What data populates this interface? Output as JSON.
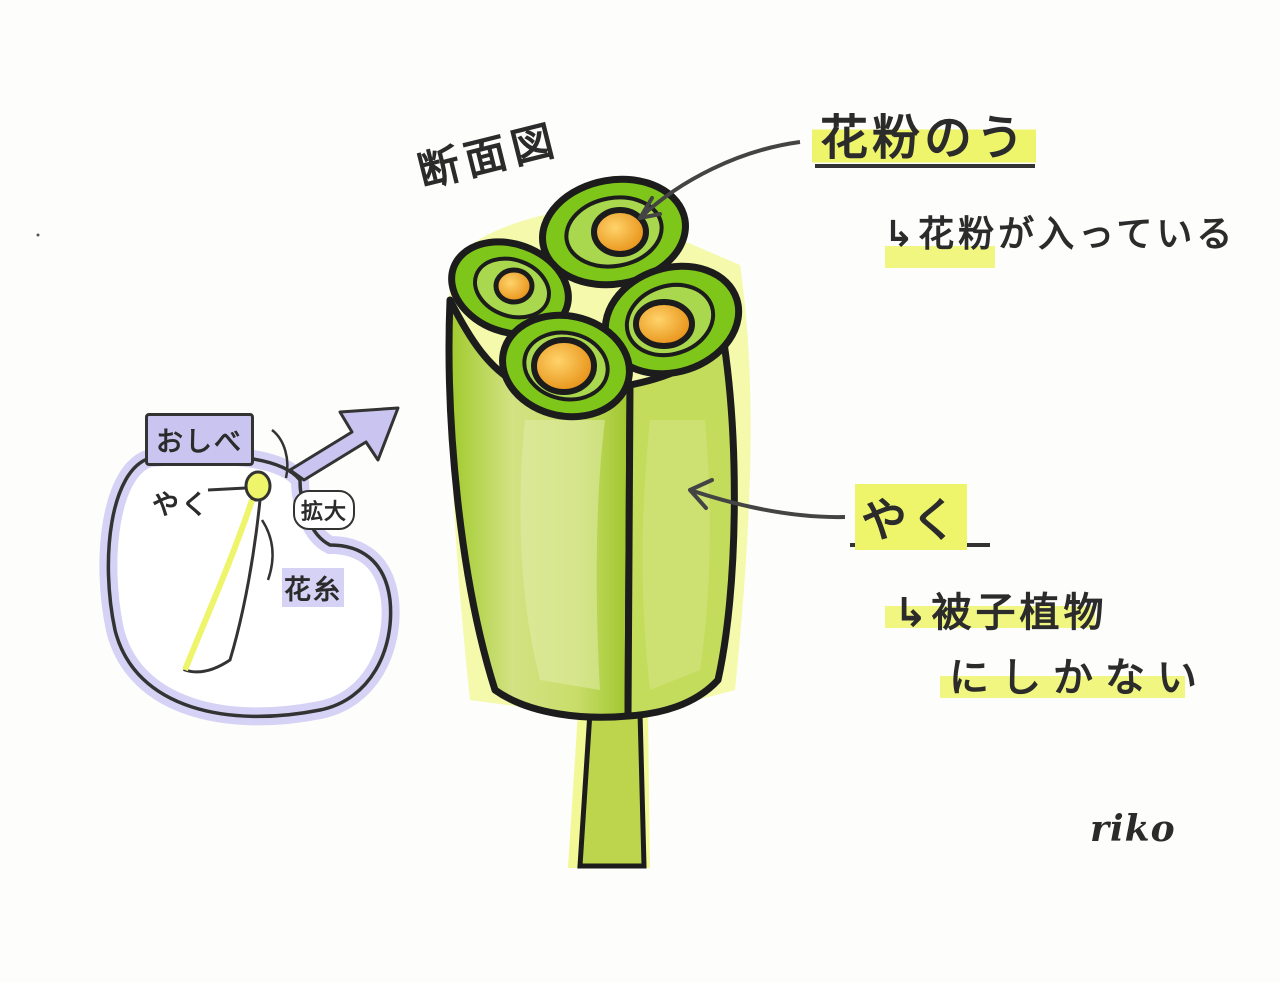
{
  "diagram": {
    "title": "断面図",
    "pollen_sac": {
      "label": "花粉のう",
      "description": "↳花粉が入っている"
    },
    "anther": {
      "label": "やく",
      "description_line1": "↳被子植物",
      "description_line2": "にしかない"
    },
    "inset": {
      "stamen_label": "おしべ",
      "anther_label": "やく",
      "filament_label": "花糸",
      "magnify_label": "拡大"
    },
    "signature": "riko"
  },
  "colors": {
    "anther_body": "#b8d94a",
    "anther_outline": "#1c1c1c",
    "pollen": "#f2a81f",
    "highlight_yellow": "#eef56b",
    "lavender": "#c9c4f0"
  }
}
